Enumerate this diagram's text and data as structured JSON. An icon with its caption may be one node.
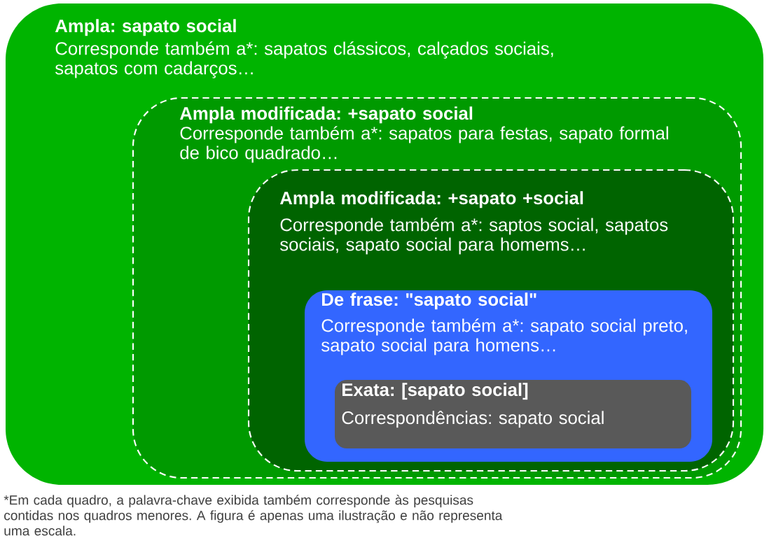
{
  "diagram": {
    "nodes": [
      {
        "text": [
          "Ampla: sapato social",
          "Corresponde também a*: sapatos clássicos, calçados sociais, sapatos com cadarços…"
        ]
      },
      {
        "text": [
          "Ampla modificada: +sapato social",
          "Corresponde também a*: sapatos para festas, sapato formal de bico quadrado…"
        ],
        "in": 0
      },
      {
        "text": [
          "Ampla modificada: +sapato +social",
          "Corresponde também a*: saptos social, sapatos sociais, sapato social para homems…"
        ],
        "in": 1
      },
      {
        "text": [
          "De frase: \"sapato social\"",
          "Corresponde também a*: sapato social preto, sapato social para homens…"
        ],
        "in": 2
      },
      {
        "text": [
          "Exata: [sapato social]",
          "Correspondências: sapato social"
        ],
        "in": 3
      }
    ],
    "caption": "*Em cada quadro, a palavra-chave exibida também corresponde às pesquisas contidas nos quadros menores. A figura é apenas uma ilustração e não representa uma escala."
  }
}
